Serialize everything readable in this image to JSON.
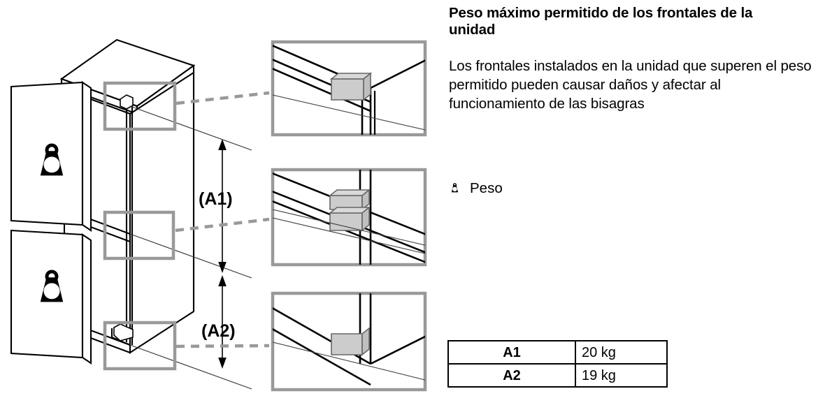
{
  "document": {
    "title": "Peso máximo permitido de los frontales de la unidad",
    "body": "Los frontales instalados en la unidad que superen el peso permitido pueden causar daños y afectar al funcionamiento de las bisagras"
  },
  "legend": {
    "icon": "weight-icon",
    "label": "Peso"
  },
  "diagram": {
    "dimension_labels": [
      {
        "id": "A1",
        "text": "(A1)"
      },
      {
        "id": "A2",
        "text": "(A2)"
      }
    ],
    "front_panel_icons": [
      {
        "name": "weight-icon-upper-front"
      },
      {
        "name": "weight-icon-lower-front"
      }
    ],
    "highlight_boxes": [
      {
        "name": "hinge-highlight-top"
      },
      {
        "name": "hinge-highlight-middle"
      },
      {
        "name": "hinge-highlight-bottom"
      }
    ],
    "detail_views": [
      {
        "name": "detail-view-top-hinge"
      },
      {
        "name": "detail-view-middle-hinge"
      },
      {
        "name": "detail-view-bottom-hinge"
      }
    ]
  },
  "spec_table": {
    "rows": [
      {
        "key": "A1",
        "value": "20 kg"
      },
      {
        "key": "A2",
        "value": "19 kg"
      }
    ]
  },
  "colors": {
    "line": "#000000",
    "highlight_gray": "#999999",
    "shade_gray": "#cccccc",
    "background": "#ffffff"
  }
}
